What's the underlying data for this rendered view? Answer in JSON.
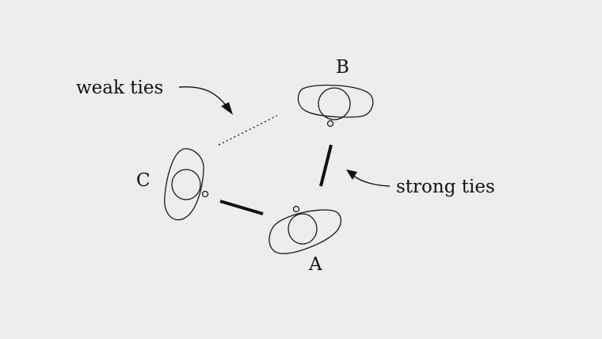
{
  "nodes": {
    "a": {
      "label": "A"
    },
    "b": {
      "label": "B"
    },
    "c": {
      "label": "C"
    }
  },
  "annotations": {
    "weak": "weak ties",
    "strong": "strong ties"
  },
  "ties": [
    {
      "from": "A",
      "to": "B",
      "kind": "strong"
    },
    {
      "from": "A",
      "to": "C",
      "kind": "strong"
    },
    {
      "from": "B",
      "to": "C",
      "kind": "weak"
    }
  ],
  "colors": {
    "background": "#ededed",
    "ink": "#111111"
  }
}
